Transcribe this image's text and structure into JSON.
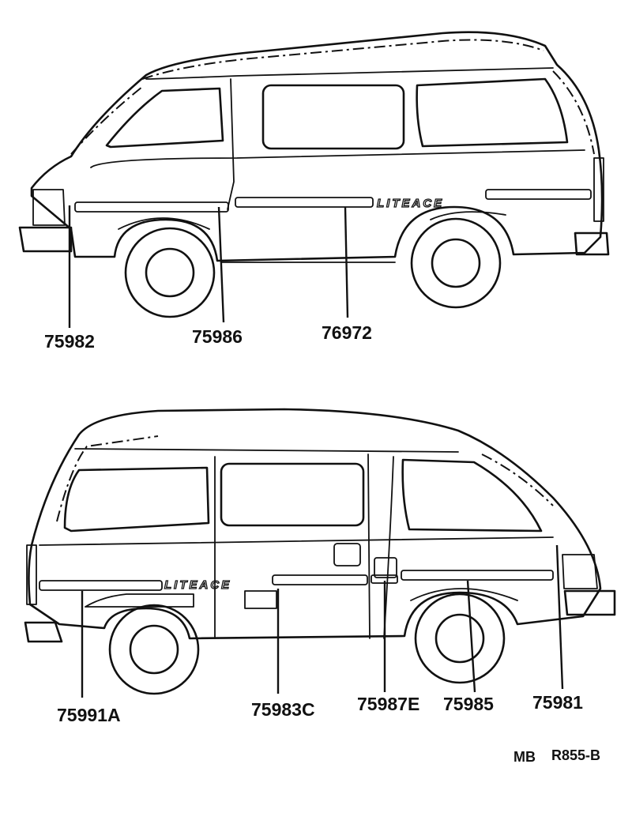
{
  "top_view": {
    "badge": "LITEACE",
    "callouts": [
      "75982",
      "75986",
      "76972"
    ]
  },
  "bottom_view": {
    "badge": "LITEACE",
    "callouts": [
      "75991A",
      "75983C",
      "75987E",
      "75985",
      "75981"
    ]
  },
  "reference": {
    "left": "MB",
    "right": "R855-B"
  }
}
